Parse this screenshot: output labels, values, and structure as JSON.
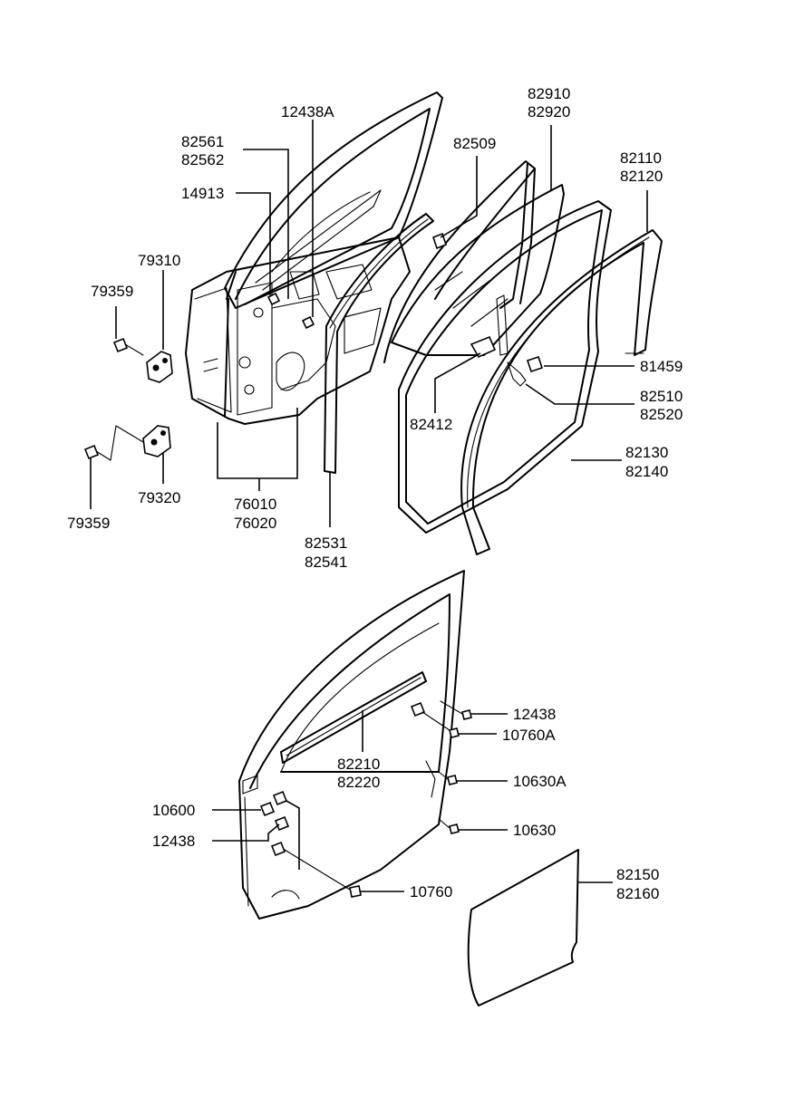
{
  "labels": {
    "p82910": "82910",
    "p82920": "82920",
    "p12438A": "12438A",
    "p82509": "82509",
    "p82110": "82110",
    "p82120": "82120",
    "p82561": "82561",
    "p82562": "82562",
    "p14913": "14913",
    "p79310": "79310",
    "p79359_top": "79359",
    "p81459": "81459",
    "p82510": "82510",
    "p82520": "82520",
    "p82412": "82412",
    "p82130": "82130",
    "p82140": "82140",
    "p79320": "79320",
    "p76010": "76010",
    "p76020": "76020",
    "p79359_bottom": "79359",
    "p82531": "82531",
    "p82541": "82541",
    "p12438_right": "12438",
    "p10760A": "10760A",
    "p82210": "82210",
    "p82220": "82220",
    "p10630A": "10630A",
    "p10600": "10600",
    "p12438_left": "12438",
    "p10630": "10630",
    "p10760": "10760",
    "p82150": "82150",
    "p82160": "82160"
  }
}
